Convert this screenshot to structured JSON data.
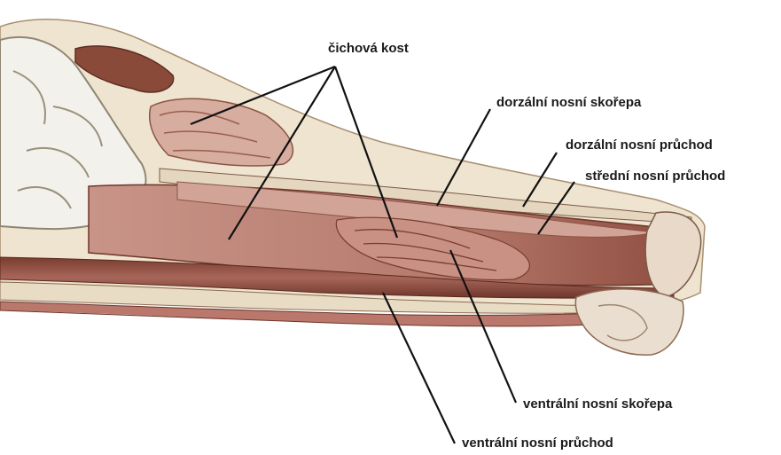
{
  "labels": {
    "cichova_kost": "čichová kost",
    "dorzalni_skorepa": "dorzální nosní skořepa",
    "dorzalni_pruchod": "dorzální nosní průchod",
    "stredni_pruchod": "střední nosní průchod",
    "ventralni_skorepa": "ventrální nosní skořepa",
    "ventralni_pruchod": "ventrální nosní průchod"
  },
  "colors": {
    "bone": "#efe4cf",
    "mucosa_dark": "#8a4a3a",
    "mucosa_mid": "#b5776a",
    "mucosa_light": "#d9b3a8",
    "brain": "#f1efe9",
    "leader_line": "#111111"
  }
}
